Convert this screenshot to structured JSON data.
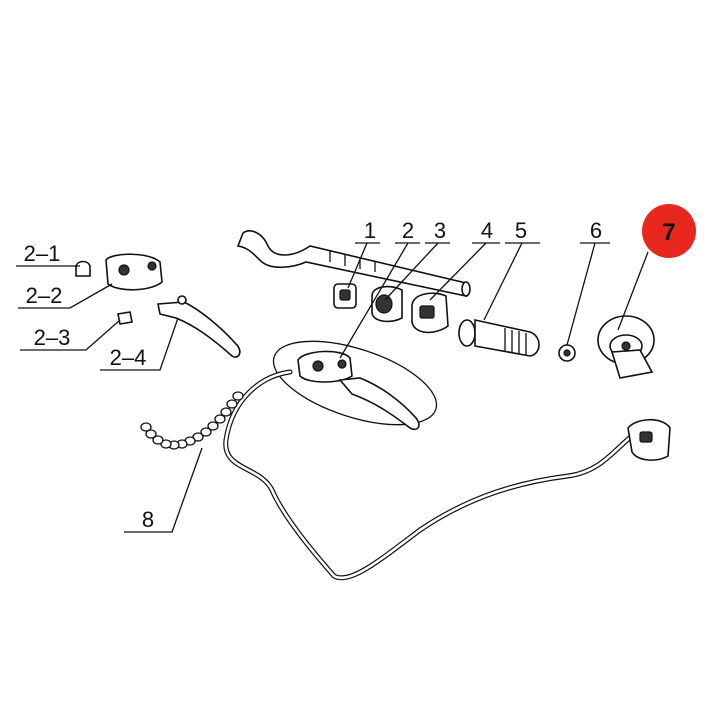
{
  "diagram": {
    "highlight_color": "#e8281e",
    "callouts": [
      {
        "id": "c1",
        "text": "1"
      },
      {
        "id": "c2",
        "text": "2"
      },
      {
        "id": "c3",
        "text": "3"
      },
      {
        "id": "c4",
        "text": "4"
      },
      {
        "id": "c5",
        "text": "5"
      },
      {
        "id": "c6",
        "text": "6"
      },
      {
        "id": "c7",
        "text": "7",
        "highlighted": true
      },
      {
        "id": "c8",
        "text": "8"
      },
      {
        "id": "c2_1",
        "text": "2–1"
      },
      {
        "id": "c2_2",
        "text": "2–2"
      },
      {
        "id": "c2_3",
        "text": "2–3"
      },
      {
        "id": "c2_4",
        "text": "2–4"
      }
    ]
  }
}
